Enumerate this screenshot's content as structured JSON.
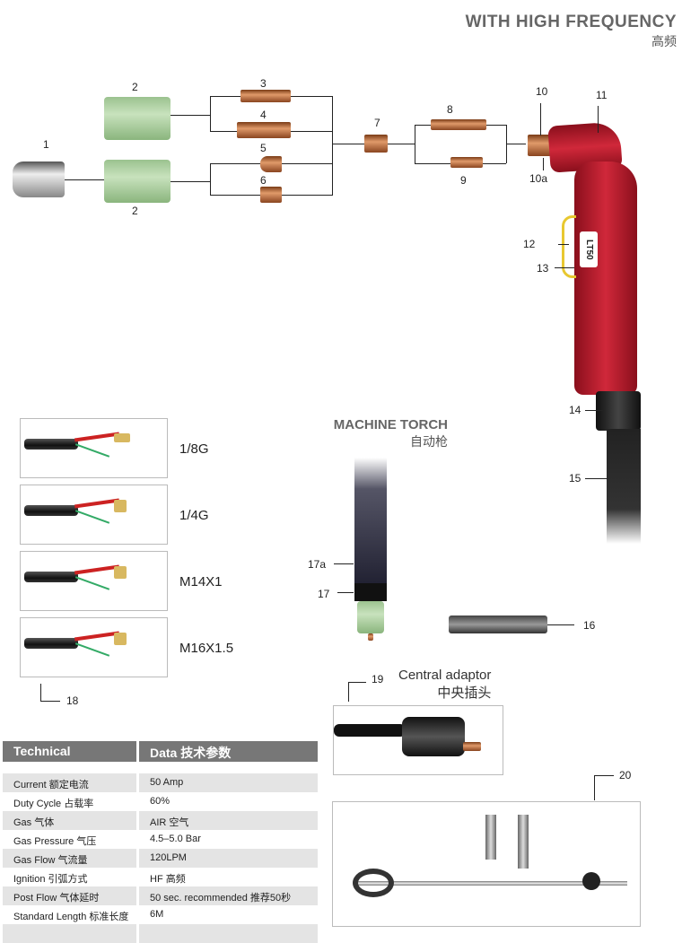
{
  "header": {
    "title": "WITH HIGH FREQUENCY",
    "subtitle": "高频"
  },
  "parts": {
    "p1": "1",
    "p2a": "2",
    "p2b": "2",
    "p3": "3",
    "p4": "4",
    "p5": "5",
    "p6": "6",
    "p7": "7",
    "p8": "8",
    "p9": "9",
    "p10": "10",
    "p10a": "10a",
    "p11": "11",
    "p12": "12",
    "p13": "13",
    "p14": "14",
    "p15": "15",
    "p16": "16",
    "p17": "17",
    "p17a": "17a",
    "p18": "18",
    "p19": "19",
    "p20": "20"
  },
  "torch_model": "LT50",
  "machine_torch": {
    "title": "MACHINE TORCH",
    "subtitle": "自动枪"
  },
  "cables": [
    "1/8G",
    "1/4G",
    "M14X1",
    "M16X1.5"
  ],
  "central_adaptor": {
    "title": "Central adaptor",
    "subtitle": "中央插头"
  },
  "table": {
    "header": [
      "Technical",
      "Data  技术参数"
    ],
    "rows": [
      [
        "Current  额定电流",
        "50 Amp"
      ],
      [
        "Duty Cycle 占载率",
        "60%"
      ],
      [
        "Gas 气体",
        "AIR  空气"
      ],
      [
        "Gas Pressure 气压",
        "4.5–5.0 Bar"
      ],
      [
        "Gas Flow 气流量",
        "120LPM"
      ],
      [
        "Ignition 引弧方式",
        "HF 高频"
      ],
      [
        "Post Flow 气体延时",
        "50 sec. recommended  推荐50秒"
      ],
      [
        "Standard Length 标准长度",
        "6M"
      ]
    ]
  }
}
